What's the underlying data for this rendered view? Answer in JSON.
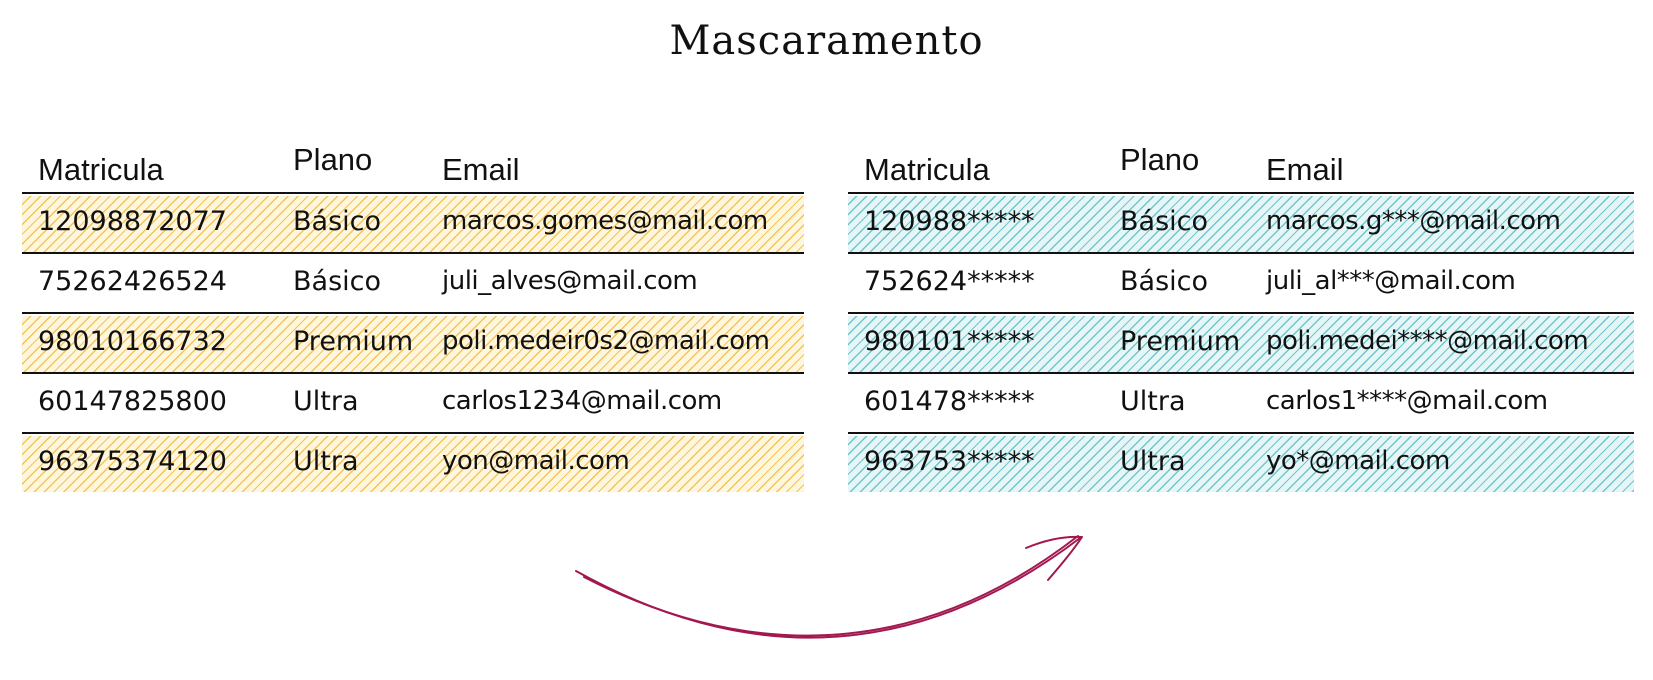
{
  "title": "Mascaramento",
  "headers": [
    "Matricula",
    "Plano",
    "Email"
  ],
  "colors": {
    "original_hatch": "#f3c45a",
    "masked_hatch": "#6fc6cc",
    "arrow": "#a3174f"
  },
  "original": [
    {
      "matricula": "12098872077",
      "plano": "Básico",
      "email": "marcos.gomes@mail.com"
    },
    {
      "matricula": "75262426524",
      "plano": "Básico",
      "email": "juli_alves@mail.com"
    },
    {
      "matricula": "98010166732",
      "plano": "Premium",
      "email": "poli.medeir0s2@mail.com"
    },
    {
      "matricula": "60147825800",
      "plano": "Ultra",
      "email": "carlos1234@mail.com"
    },
    {
      "matricula": "96375374120",
      "plano": "Ultra",
      "email": "yon@mail.com"
    }
  ],
  "masked": [
    {
      "matricula": "120988*****",
      "plano": "Básico",
      "email": "marcos.g***@mail.com"
    },
    {
      "matricula": "752624*****",
      "plano": "Básico",
      "email": "juli_al***@mail.com"
    },
    {
      "matricula": "980101*****",
      "plano": "Premium",
      "email": "poli.medei****@mail.com"
    },
    {
      "matricula": "601478*****",
      "plano": "Ultra",
      "email": "carlos1****@mail.com"
    },
    {
      "matricula": "963753*****",
      "plano": "Ultra",
      "email": "yo*@mail.com"
    }
  ]
}
